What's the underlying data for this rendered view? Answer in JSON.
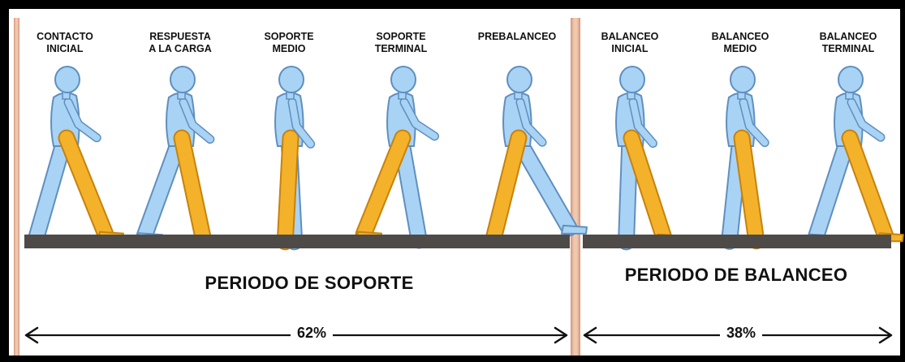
{
  "colors": {
    "body_fill": "#a9d3f5",
    "body_stroke": "#5f8fbf",
    "leg_fill": "#f4b12a",
    "leg_stroke": "#c7820b",
    "ground": "#4e4a48",
    "pillar": "#efc8b0",
    "pillar_edge": "#d49476",
    "arrow": "#111111",
    "frame": "#000000"
  },
  "phases": [
    {
      "label": "CONTACTO\nINICIAL",
      "period": "support",
      "pose": {
        "back": -16,
        "front": 22,
        "arm": 25
      }
    },
    {
      "label": "RESPUESTA\nA LA CARGA",
      "period": "support",
      "pose": {
        "back": -20,
        "front": 12,
        "arm": 22
      }
    },
    {
      "label": "SOPORTE\nMEDIO",
      "period": "support",
      "pose": {
        "back": 3,
        "front": -3,
        "arm": 10
      }
    },
    {
      "label": "SOPORTE\nTERMINAL",
      "period": "support",
      "pose": {
        "back": 10,
        "front": -22,
        "arm": 28
      }
    },
    {
      "label": "PREBALANCEO",
      "period": "support",
      "pose": {
        "back": 30,
        "front": -14,
        "arm": 15
      }
    },
    {
      "label": "BALANCEO\nINICIAL",
      "period": "swing",
      "pose": {
        "back": -2,
        "front": 18,
        "arm": 12
      }
    },
    {
      "label": "BALANCEO\nMEDIO",
      "period": "swing",
      "pose": {
        "back": -6,
        "front": 8,
        "arm": 14
      }
    },
    {
      "label": "BALANCEO\nTERMINAL",
      "period": "swing",
      "pose": {
        "back": -18,
        "front": 20,
        "arm": 26
      }
    }
  ],
  "periods": {
    "support": {
      "title": "PERIODO DE SOPORTE",
      "percent": "62%",
      "value": 62
    },
    "swing": {
      "title": "PERIODO DE BALANCEO",
      "percent": "38%",
      "value": 38
    }
  }
}
